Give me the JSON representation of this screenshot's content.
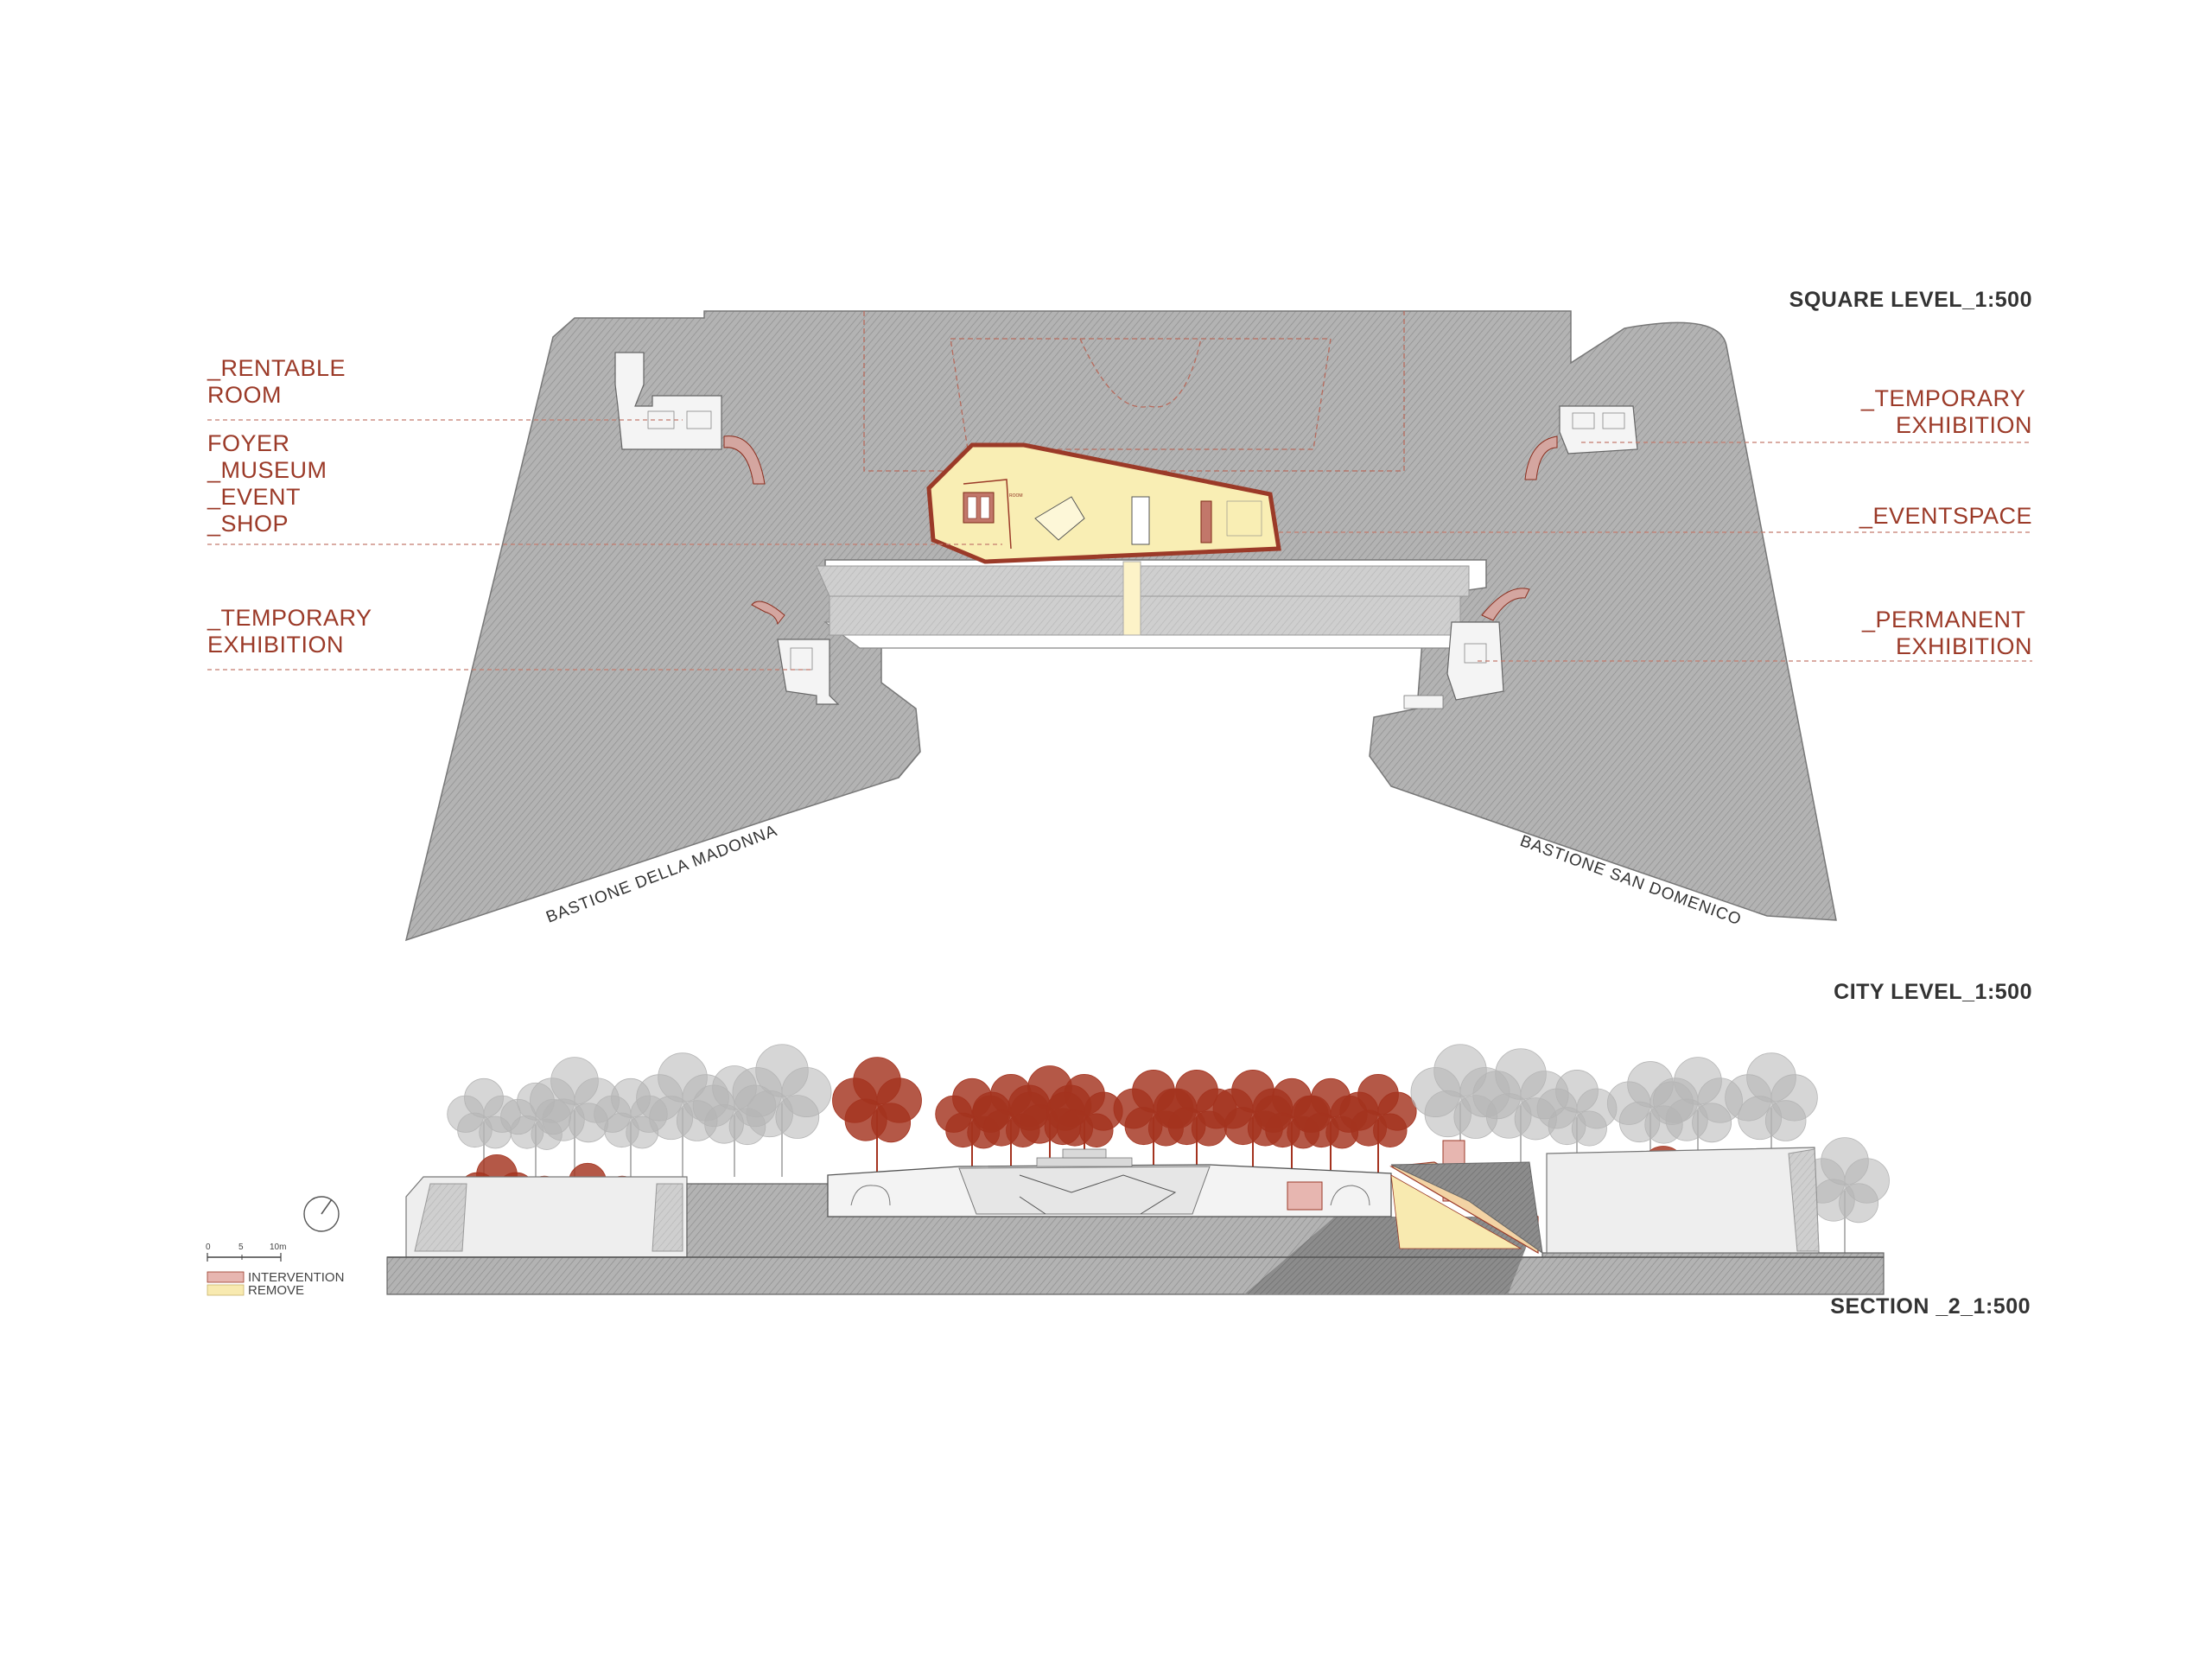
{
  "titles": {
    "square_level": "SQUARE LEVEL_1:500",
    "city_level": "CITY LEVEL_1:500",
    "section": "SECTION _2_1:500"
  },
  "callouts": {
    "left_1": [
      "_RENTABLE",
      "ROOM"
    ],
    "left_2": [
      "FOYER",
      "_MUSEUM",
      "_EVENT",
      "_SHOP"
    ],
    "left_3": [
      "_TEMPORARY",
      "EXHIBITION"
    ],
    "right_1": [
      "_TEMPORARY",
      "EXHIBITION"
    ],
    "right_2": [
      "_EVENTSPACE"
    ],
    "right_3": [
      "_PERMANENT",
      "EXHIBITION"
    ]
  },
  "bastions": {
    "left": "BASTIONE DELLA MADONNA",
    "right": "BASTIONE SAN DOMENICO"
  },
  "legend": {
    "intervention": "INTERVENTION",
    "remove": "REMOVE"
  },
  "scale_bar": {
    "labels": [
      "0",
      "5",
      "10m"
    ]
  },
  "colors": {
    "callout_red": "#9b3a28",
    "hatch_gray": "#a7a7a7",
    "intervention_pink": "#e7b6b0",
    "remove_yellow": "#f8eab0",
    "tree_red": "#a4331f",
    "tree_gray": "#b5b5b5"
  }
}
